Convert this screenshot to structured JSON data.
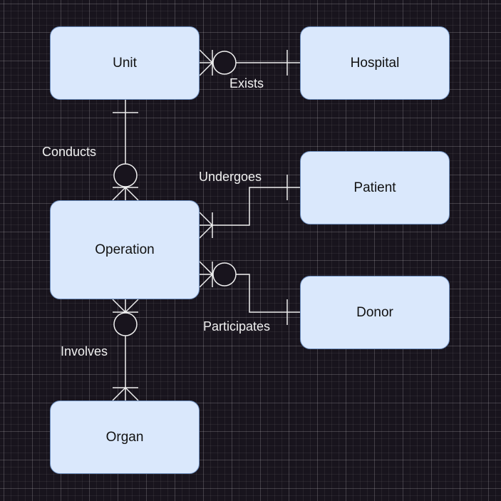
{
  "diagram": {
    "entities": {
      "unit": "Unit",
      "hospital": "Hospital",
      "patient": "Patient",
      "operation": "Operation",
      "donor": "Donor",
      "organ": "Organ"
    },
    "relationships": {
      "exists": "Exists",
      "conducts": "Conducts",
      "undergoes": "Undergoes",
      "participates": "Participates",
      "involves": "Involves"
    }
  },
  "colors": {
    "background": "#18141d",
    "entity_fill": "#dae8fc",
    "entity_border": "#6c8ebf",
    "edge": "#f0f0f0"
  }
}
